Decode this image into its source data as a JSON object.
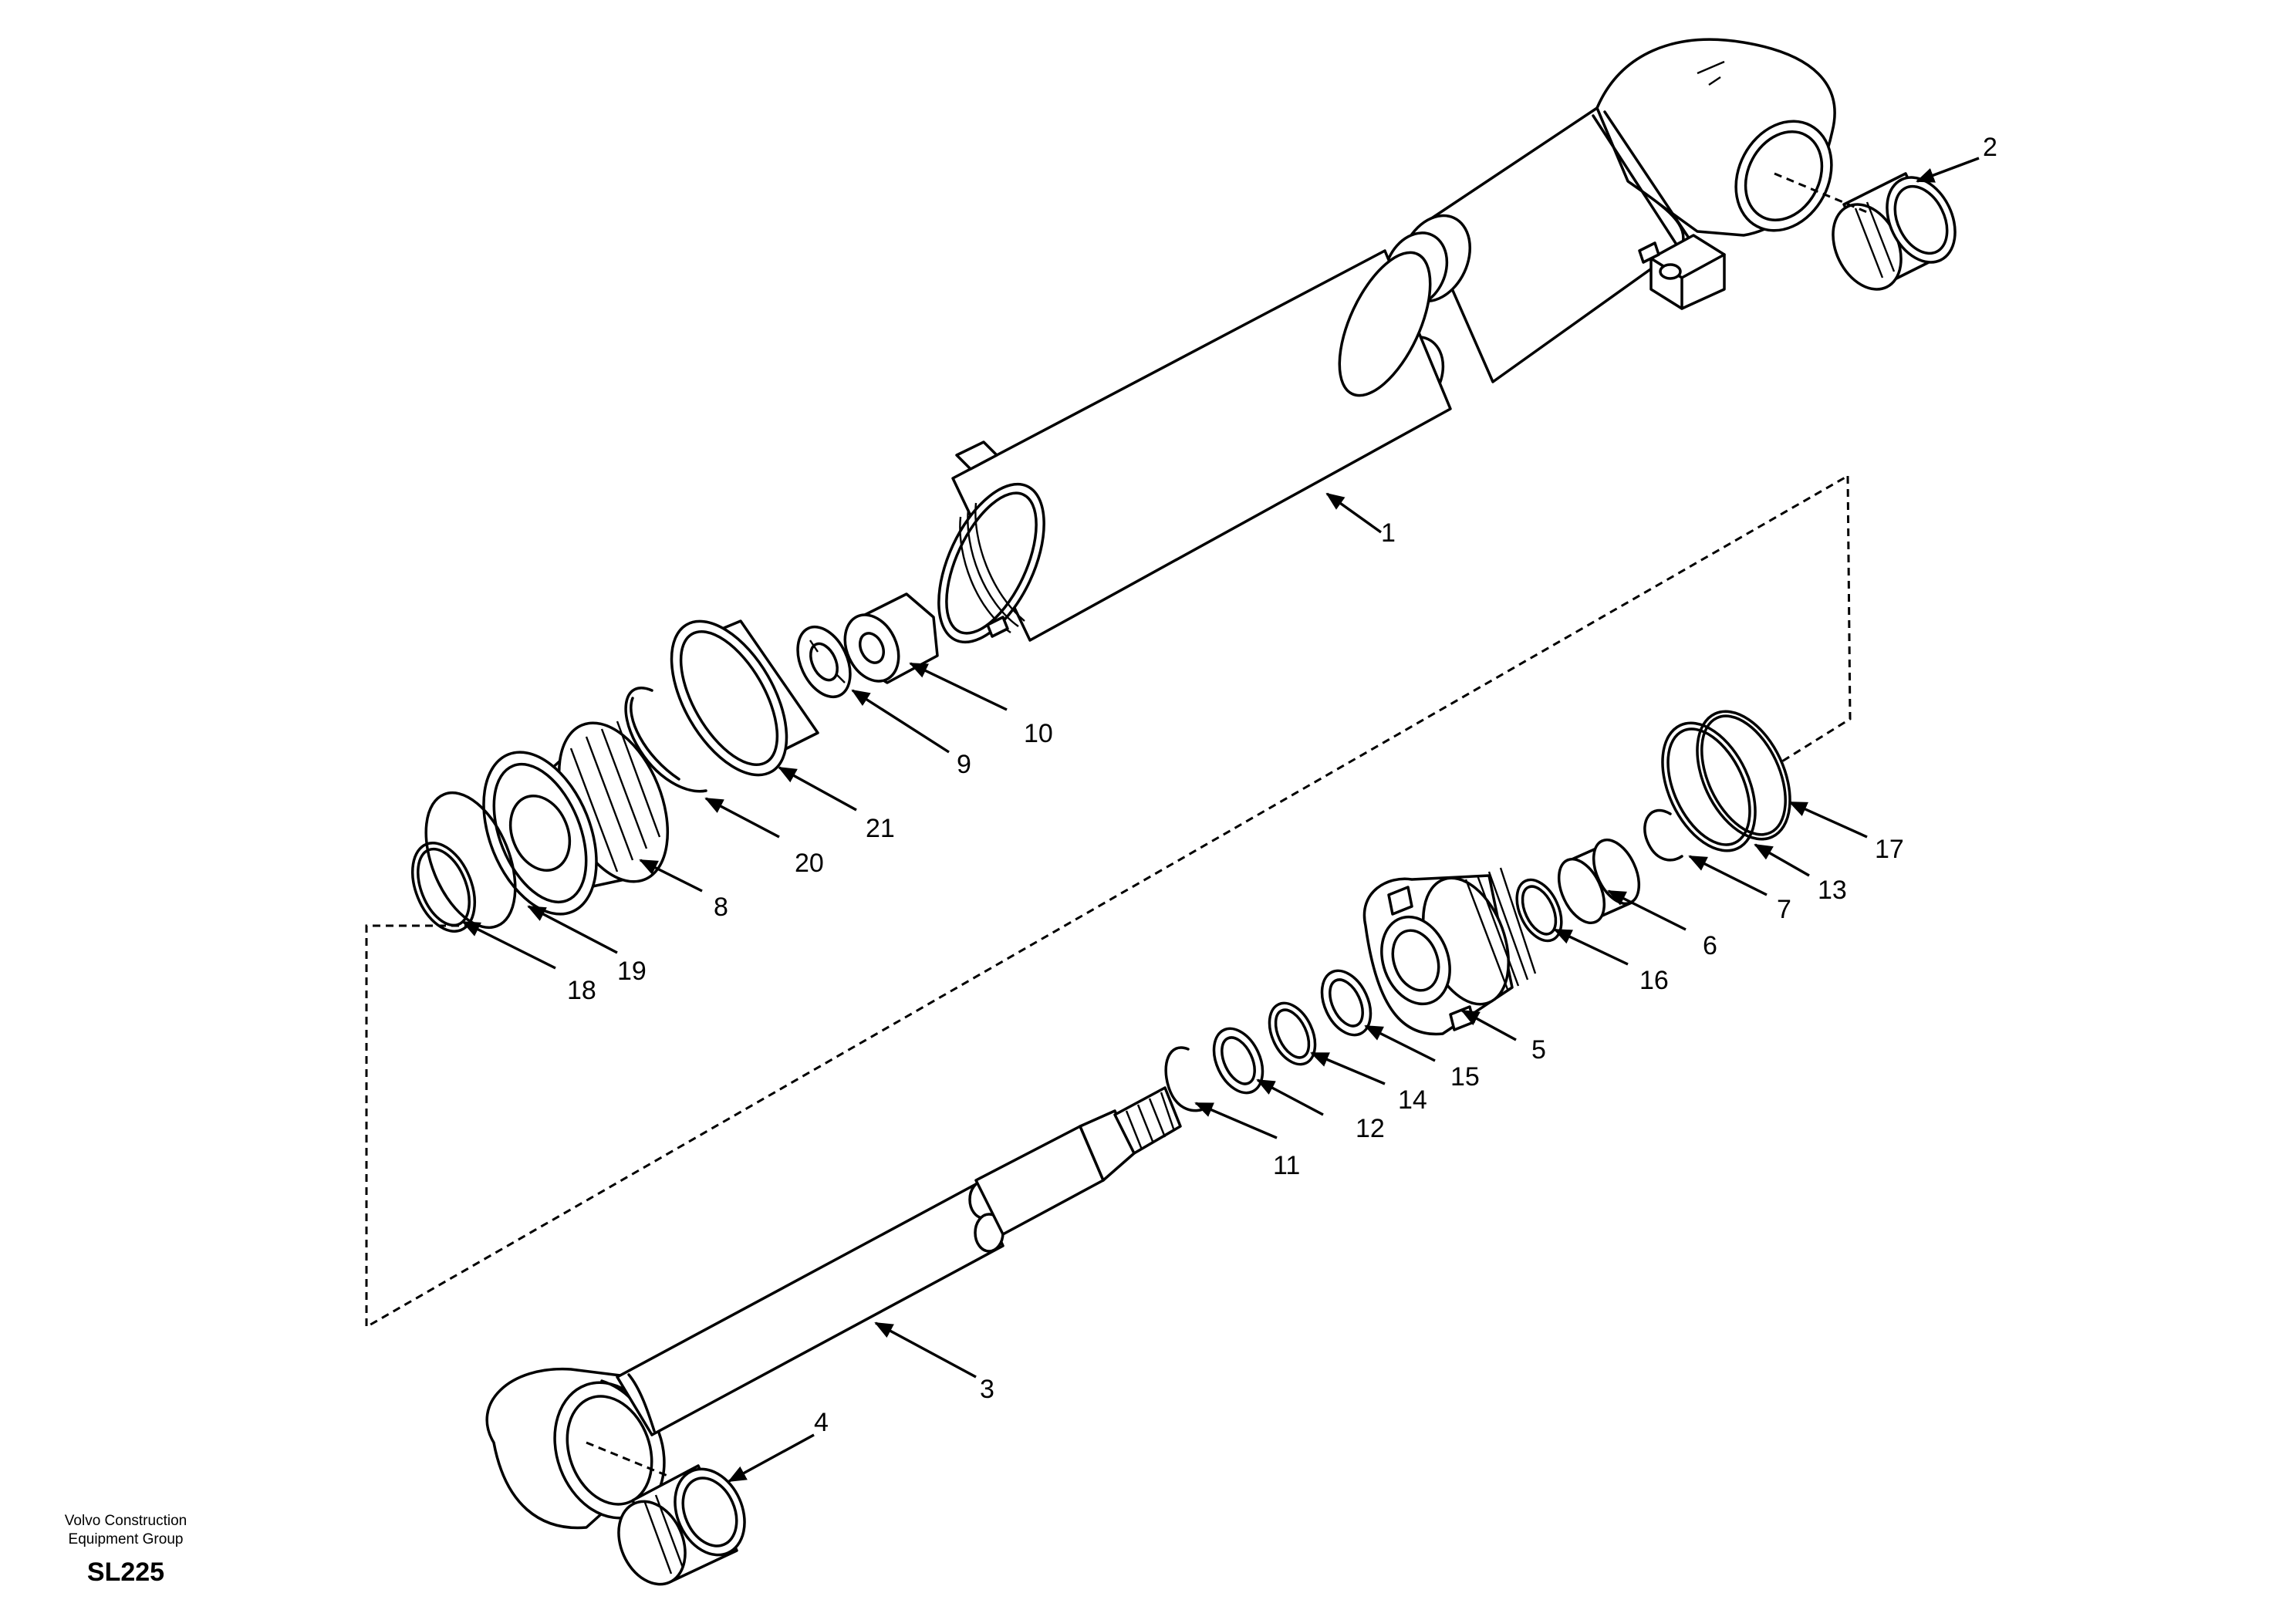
{
  "footer": {
    "company_line1": "Volvo Construction",
    "company_line2": "Equipment Group",
    "drawing_code": "SL225"
  },
  "part_numbers": [
    "1",
    "2",
    "3",
    "4",
    "5",
    "6",
    "7",
    "8",
    "9",
    "10",
    "11",
    "12",
    "13",
    "14",
    "15",
    "16",
    "17",
    "18",
    "19",
    "20",
    "21"
  ]
}
